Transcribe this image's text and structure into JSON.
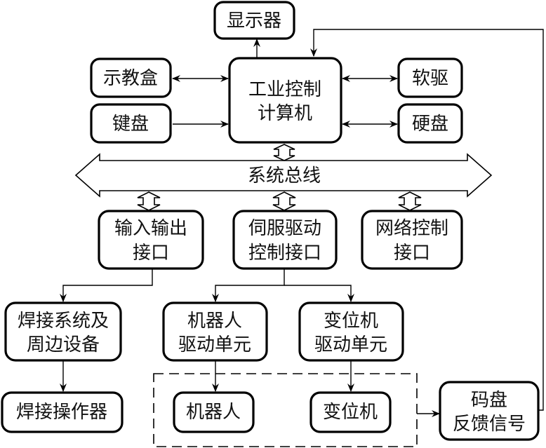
{
  "diagram": {
    "nodes": {
      "display": "显示器",
      "teach_pendant": "示教盒",
      "keyboard": "键盘",
      "ipc_line1": "工业控制",
      "ipc_line2": "计算机",
      "floppy": "软驱",
      "harddisk": "硬盘",
      "bus": "系统总线",
      "io_line1": "输入输出",
      "io_line2": "接口",
      "servo_line1": "伺服驱动",
      "servo_line2": "控制接口",
      "net_line1": "网络控制",
      "net_line2": "接口",
      "weld_sys_line1": "焊接系统及",
      "weld_sys_line2": "周边设备",
      "robot_drv_line1": "机器人",
      "robot_drv_line2": "驱动单元",
      "pos_drv_line1": "变位机",
      "pos_drv_line2": "驱动单元",
      "weld_op": "焊接操作器",
      "robot": "机器人",
      "positioner": "变位机",
      "encoder_line1": "码盘",
      "encoder_line2": "反馈信号"
    },
    "edges": [
      {
        "from": "工业控制计算机",
        "to": "显示器",
        "type": "arrow"
      },
      {
        "from": "示教盒",
        "to": "工业控制计算机",
        "type": "bidirectional"
      },
      {
        "from": "键盘",
        "to": "工业控制计算机",
        "type": "arrow"
      },
      {
        "from": "工业控制计算机",
        "to": "软驱",
        "type": "bidirectional"
      },
      {
        "from": "工业控制计算机",
        "to": "硬盘",
        "type": "bidirectional"
      },
      {
        "from": "工业控制计算机",
        "to": "系统总线",
        "type": "bus-bidirectional"
      },
      {
        "from": "系统总线",
        "to": "输入输出接口",
        "type": "bus-bidirectional"
      },
      {
        "from": "系统总线",
        "to": "伺服驱动控制接口",
        "type": "bus-bidirectional"
      },
      {
        "from": "系统总线",
        "to": "网络控制接口",
        "type": "bus-bidirectional"
      },
      {
        "from": "输入输出接口",
        "to": "焊接系统及周边设备",
        "type": "arrow"
      },
      {
        "from": "伺服驱动控制接口",
        "to": "机器人驱动单元",
        "type": "arrow"
      },
      {
        "from": "伺服驱动控制接口",
        "to": "变位机驱动单元",
        "type": "arrow"
      },
      {
        "from": "焊接系统及周边设备",
        "to": "焊接操作器",
        "type": "arrow"
      },
      {
        "from": "机器人驱动单元",
        "to": "机器人",
        "type": "arrow"
      },
      {
        "from": "变位机驱动单元",
        "to": "变位机",
        "type": "arrow"
      },
      {
        "from": "机器人/变位机 group",
        "to": "码盘反馈信号",
        "type": "arrow"
      },
      {
        "from": "码盘反馈信号",
        "to": "工业控制计算机",
        "type": "arrow"
      }
    ]
  }
}
